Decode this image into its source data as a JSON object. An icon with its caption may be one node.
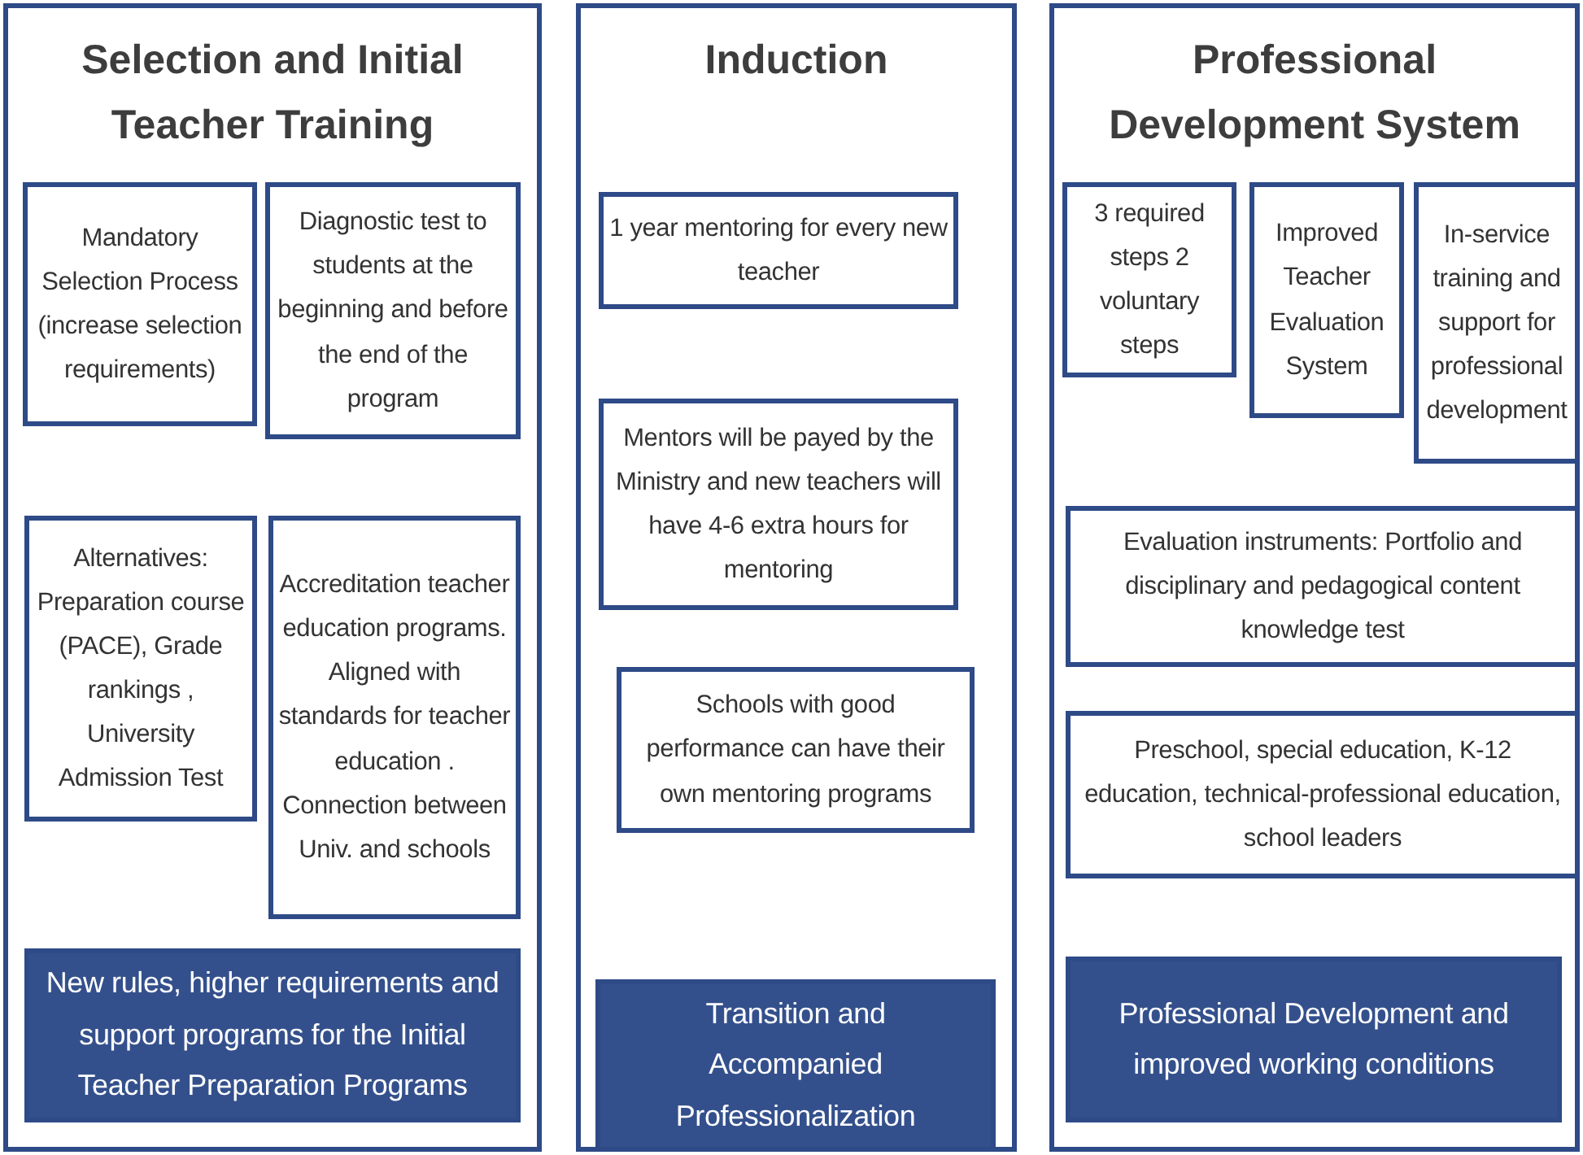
{
  "diagram": {
    "nodes": [
      {
        "text": [
          "Selection and Initial Teacher Training"
        ]
      },
      {
        "text": [
          "Mandatory Selection Process (increase selection requirements)"
        ],
        "in": 0
      },
      {
        "text": [
          "Diagnostic test to students at the beginning and before the end of the program"
        ],
        "in": 0
      },
      {
        "text": [
          "Alternatives: Preparation course (PACE), Grade rankings , University Admission Test"
        ],
        "in": 0
      },
      {
        "text": [
          "Accreditation teacher education programs. Aligned with standards for teacher education . Connection between Univ. and schools"
        ],
        "in": 0
      },
      {
        "text": [
          "New rules, higher requirements and support programs for the Initial Teacher Preparation Programs"
        ],
        "in": 0
      },
      {
        "text": [
          "Induction"
        ]
      },
      {
        "text": [
          "1 year mentoring for every new teacher"
        ],
        "in": 6
      },
      {
        "text": [
          "Mentors will be payed by the Ministry and new teachers will have 4-6 extra hours for mentoring"
        ],
        "in": 6
      },
      {
        "text": [
          "Schools with good performance can have their own mentoring programs"
        ],
        "in": 6
      },
      {
        "text": [
          "Transition and Accompanied Professionalization"
        ],
        "in": 6
      },
      {
        "text": [
          "Professional Development System"
        ]
      },
      {
        "text": [
          "3 required steps 2 voluntary steps"
        ],
        "in": 11
      },
      {
        "text": [
          "Improved Teacher Evaluation System"
        ],
        "in": 11
      },
      {
        "text": [
          "In-service training and support for professional development"
        ],
        "in": 11
      },
      {
        "text": [
          "Evaluation instruments: Portfolio and disciplinary and pedagogical content knowledge test"
        ],
        "in": 11
      },
      {
        "text": [
          "Preschool, special education, K-12 education, technical-professional education, school leaders"
        ],
        "in": 11
      },
      {
        "text": [
          "Professional Development and improved working conditions"
        ],
        "in": 11
      }
    ]
  }
}
